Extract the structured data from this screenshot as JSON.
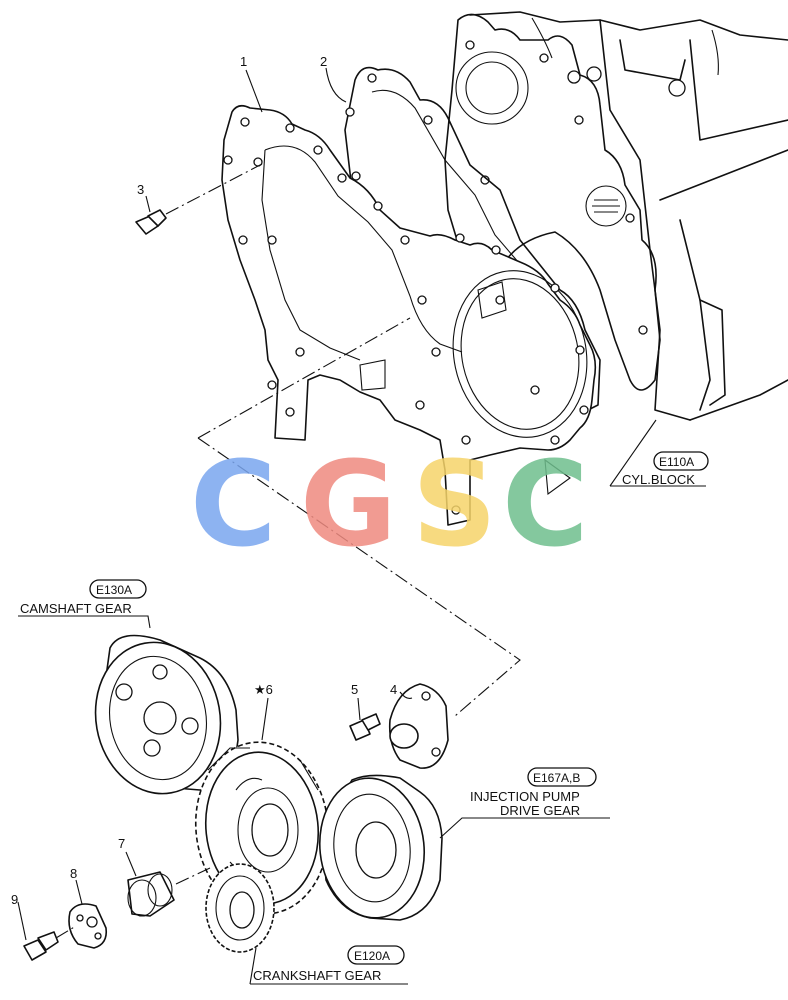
{
  "callouts": {
    "n1": "1",
    "n2": "2",
    "n3": "3",
    "n4": "4",
    "n5": "5",
    "n6": "★6",
    "n7": "7",
    "n8": "8",
    "n9": "9"
  },
  "references": {
    "cyl_block": {
      "code": "E110A",
      "name": "CYL.BLOCK"
    },
    "camshaft_gear": {
      "code": "E130A",
      "name": "CAMSHAFT GEAR"
    },
    "injection_pump": {
      "code": "E167A,B",
      "name_line1": "INJECTION PUMP",
      "name_line2": "DRIVE GEAR"
    },
    "crankshaft_gear": {
      "code": "E120A",
      "name": "CRANKSHAFT GEAR"
    }
  },
  "watermark": {
    "letters": [
      "C",
      "G",
      "S",
      "C"
    ],
    "colors": [
      "#7aa6ef",
      "#ef8a80",
      "#f6d46a",
      "#6fbf8e"
    ]
  }
}
